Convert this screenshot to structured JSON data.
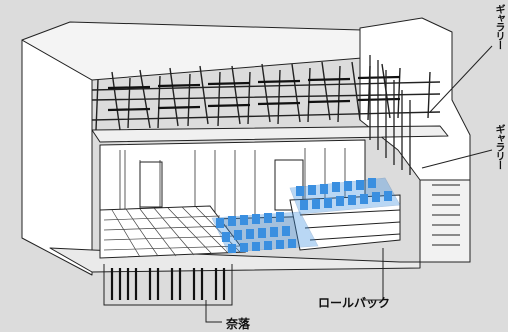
{
  "labels": {
    "gallery_upper": "ギャラリー",
    "gallery_lower": "ギャラリー",
    "pit": "奈落",
    "rollback": "ロールバック"
  },
  "colors": {
    "background": "#dcdcdc",
    "line": "#222222",
    "wall_fill": "#ffffff",
    "seat_blue": "#3a8fe0"
  }
}
